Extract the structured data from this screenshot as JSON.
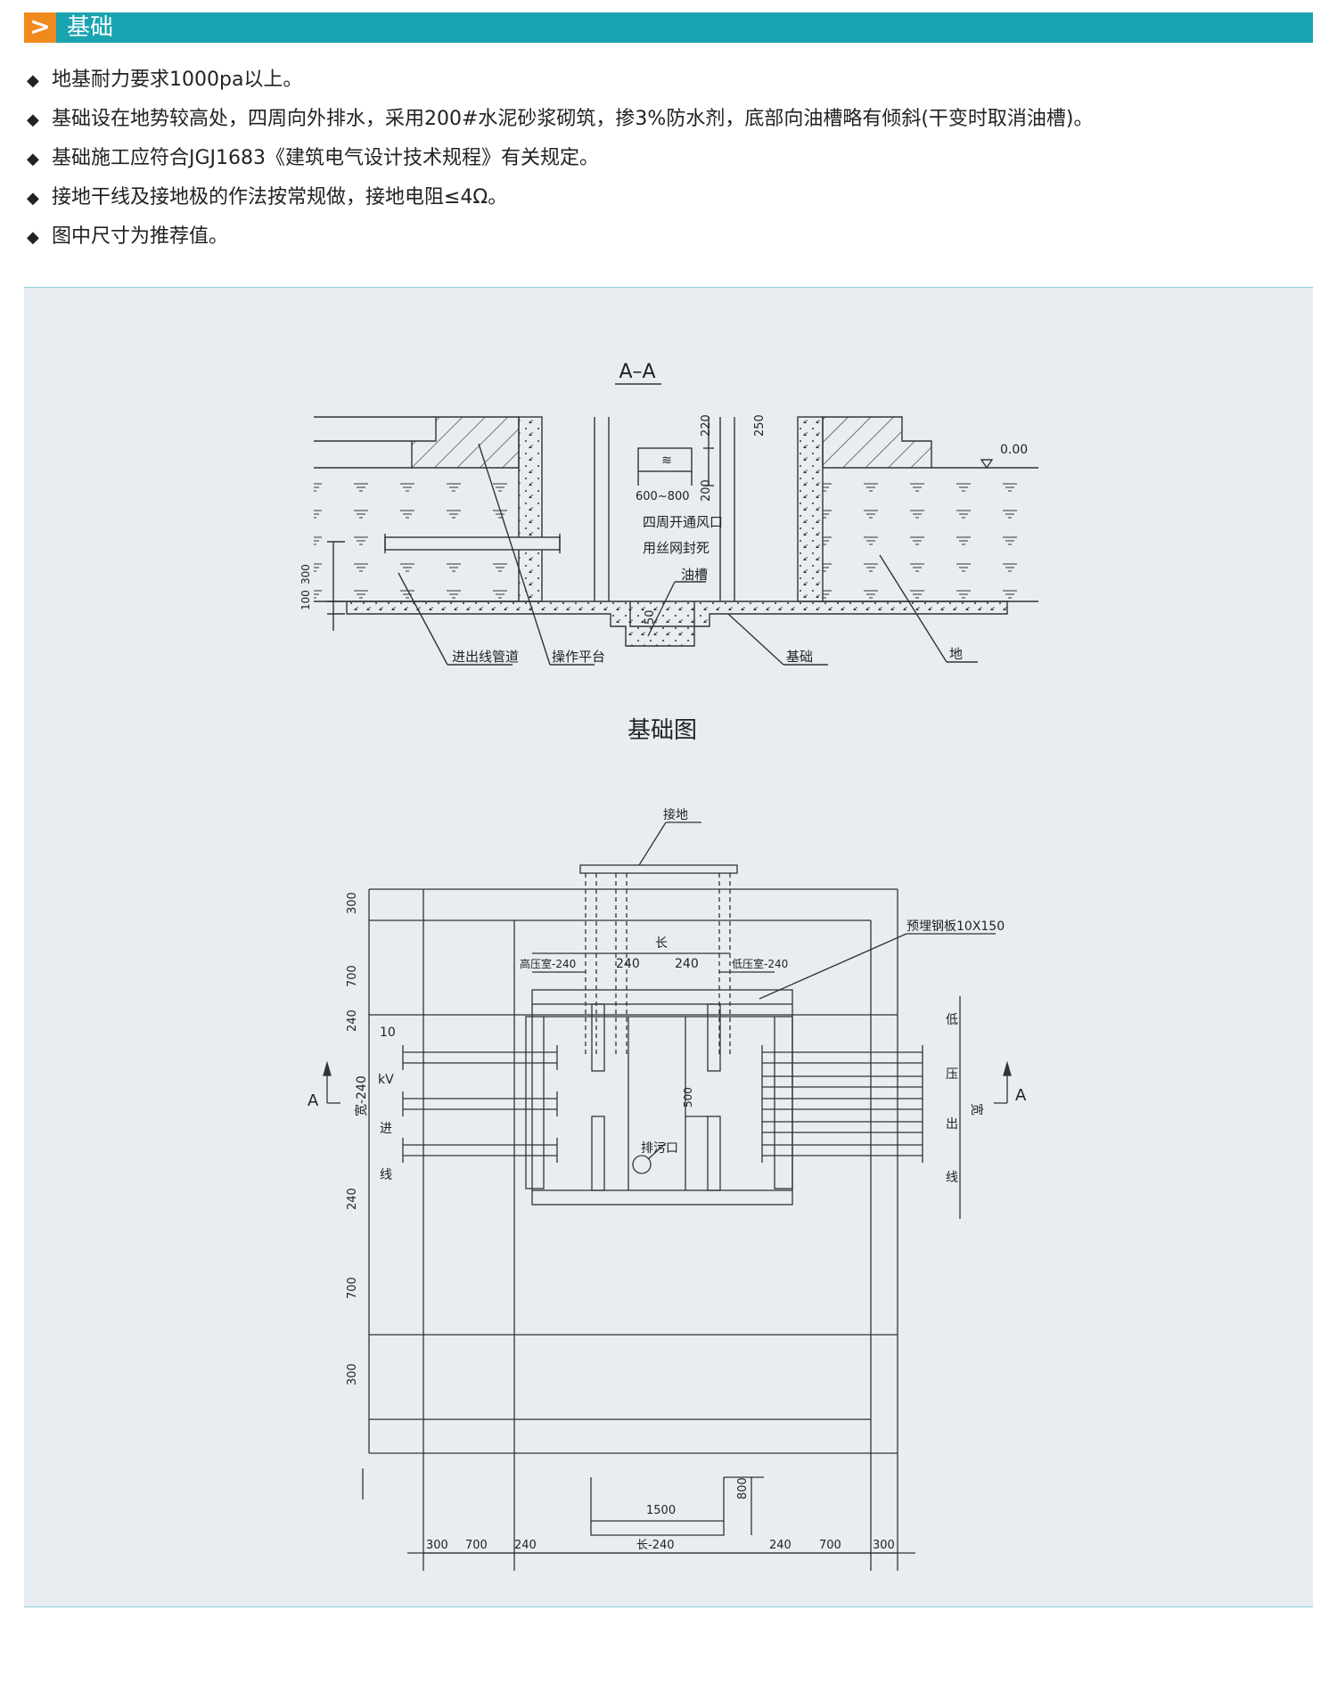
{
  "header": {
    "arrow": ">",
    "title": "基础"
  },
  "notes": [
    "地基耐力要求1000pa以上。",
    "基础设在地势较高处，四周向外排水，采用200#水泥砂浆砌筑，掺3%防水剂，底部向油槽略有倾斜(干变时取消油槽)。",
    "基础施工应符合JGJ1683《建筑电气设计技术规程》有关规定。",
    "接地干线及接地极的作法按常规做，接地电阻≤4Ω。",
    "图中尺寸为推荐值。"
  ],
  "section": {
    "title": "A–A",
    "level": "0.00",
    "dims": {
      "d220": "220",
      "d250": "250",
      "d200": "200",
      "d600_800": "600~800",
      "d50": "50",
      "d100": "100",
      "d300": "300"
    },
    "vent_line1": "四周开通风口",
    "vent_line2": "用丝网封死",
    "oil_tank": "油槽",
    "labels": {
      "pipe": "进出线管道",
      "platform": "操作平台",
      "foundation": "基础",
      "ground": "地"
    }
  },
  "section_caption": "基础图",
  "plan": {
    "grounding": "接地",
    "length": "长",
    "hv_room": "高压室-240",
    "lv_room": "低压室-240",
    "d240a": "240",
    "d240b": "240",
    "steel_plate": "预埋钢板10X150",
    "hv_incoming": [
      "10",
      "kV",
      "进",
      "线"
    ],
    "lv_outgoing": [
      "低",
      "压",
      "出",
      "线"
    ],
    "width_left": "宽-240",
    "width_right": "宽",
    "d500": "500",
    "drain": "排污口",
    "section_mark": "A",
    "left_dims": [
      "300",
      "700",
      "240",
      "240",
      "700",
      "300"
    ],
    "d800": "800",
    "d1500": "1500",
    "bottom_dims": [
      "300",
      "700",
      "240",
      "长-240",
      "240",
      "700",
      "300"
    ]
  }
}
